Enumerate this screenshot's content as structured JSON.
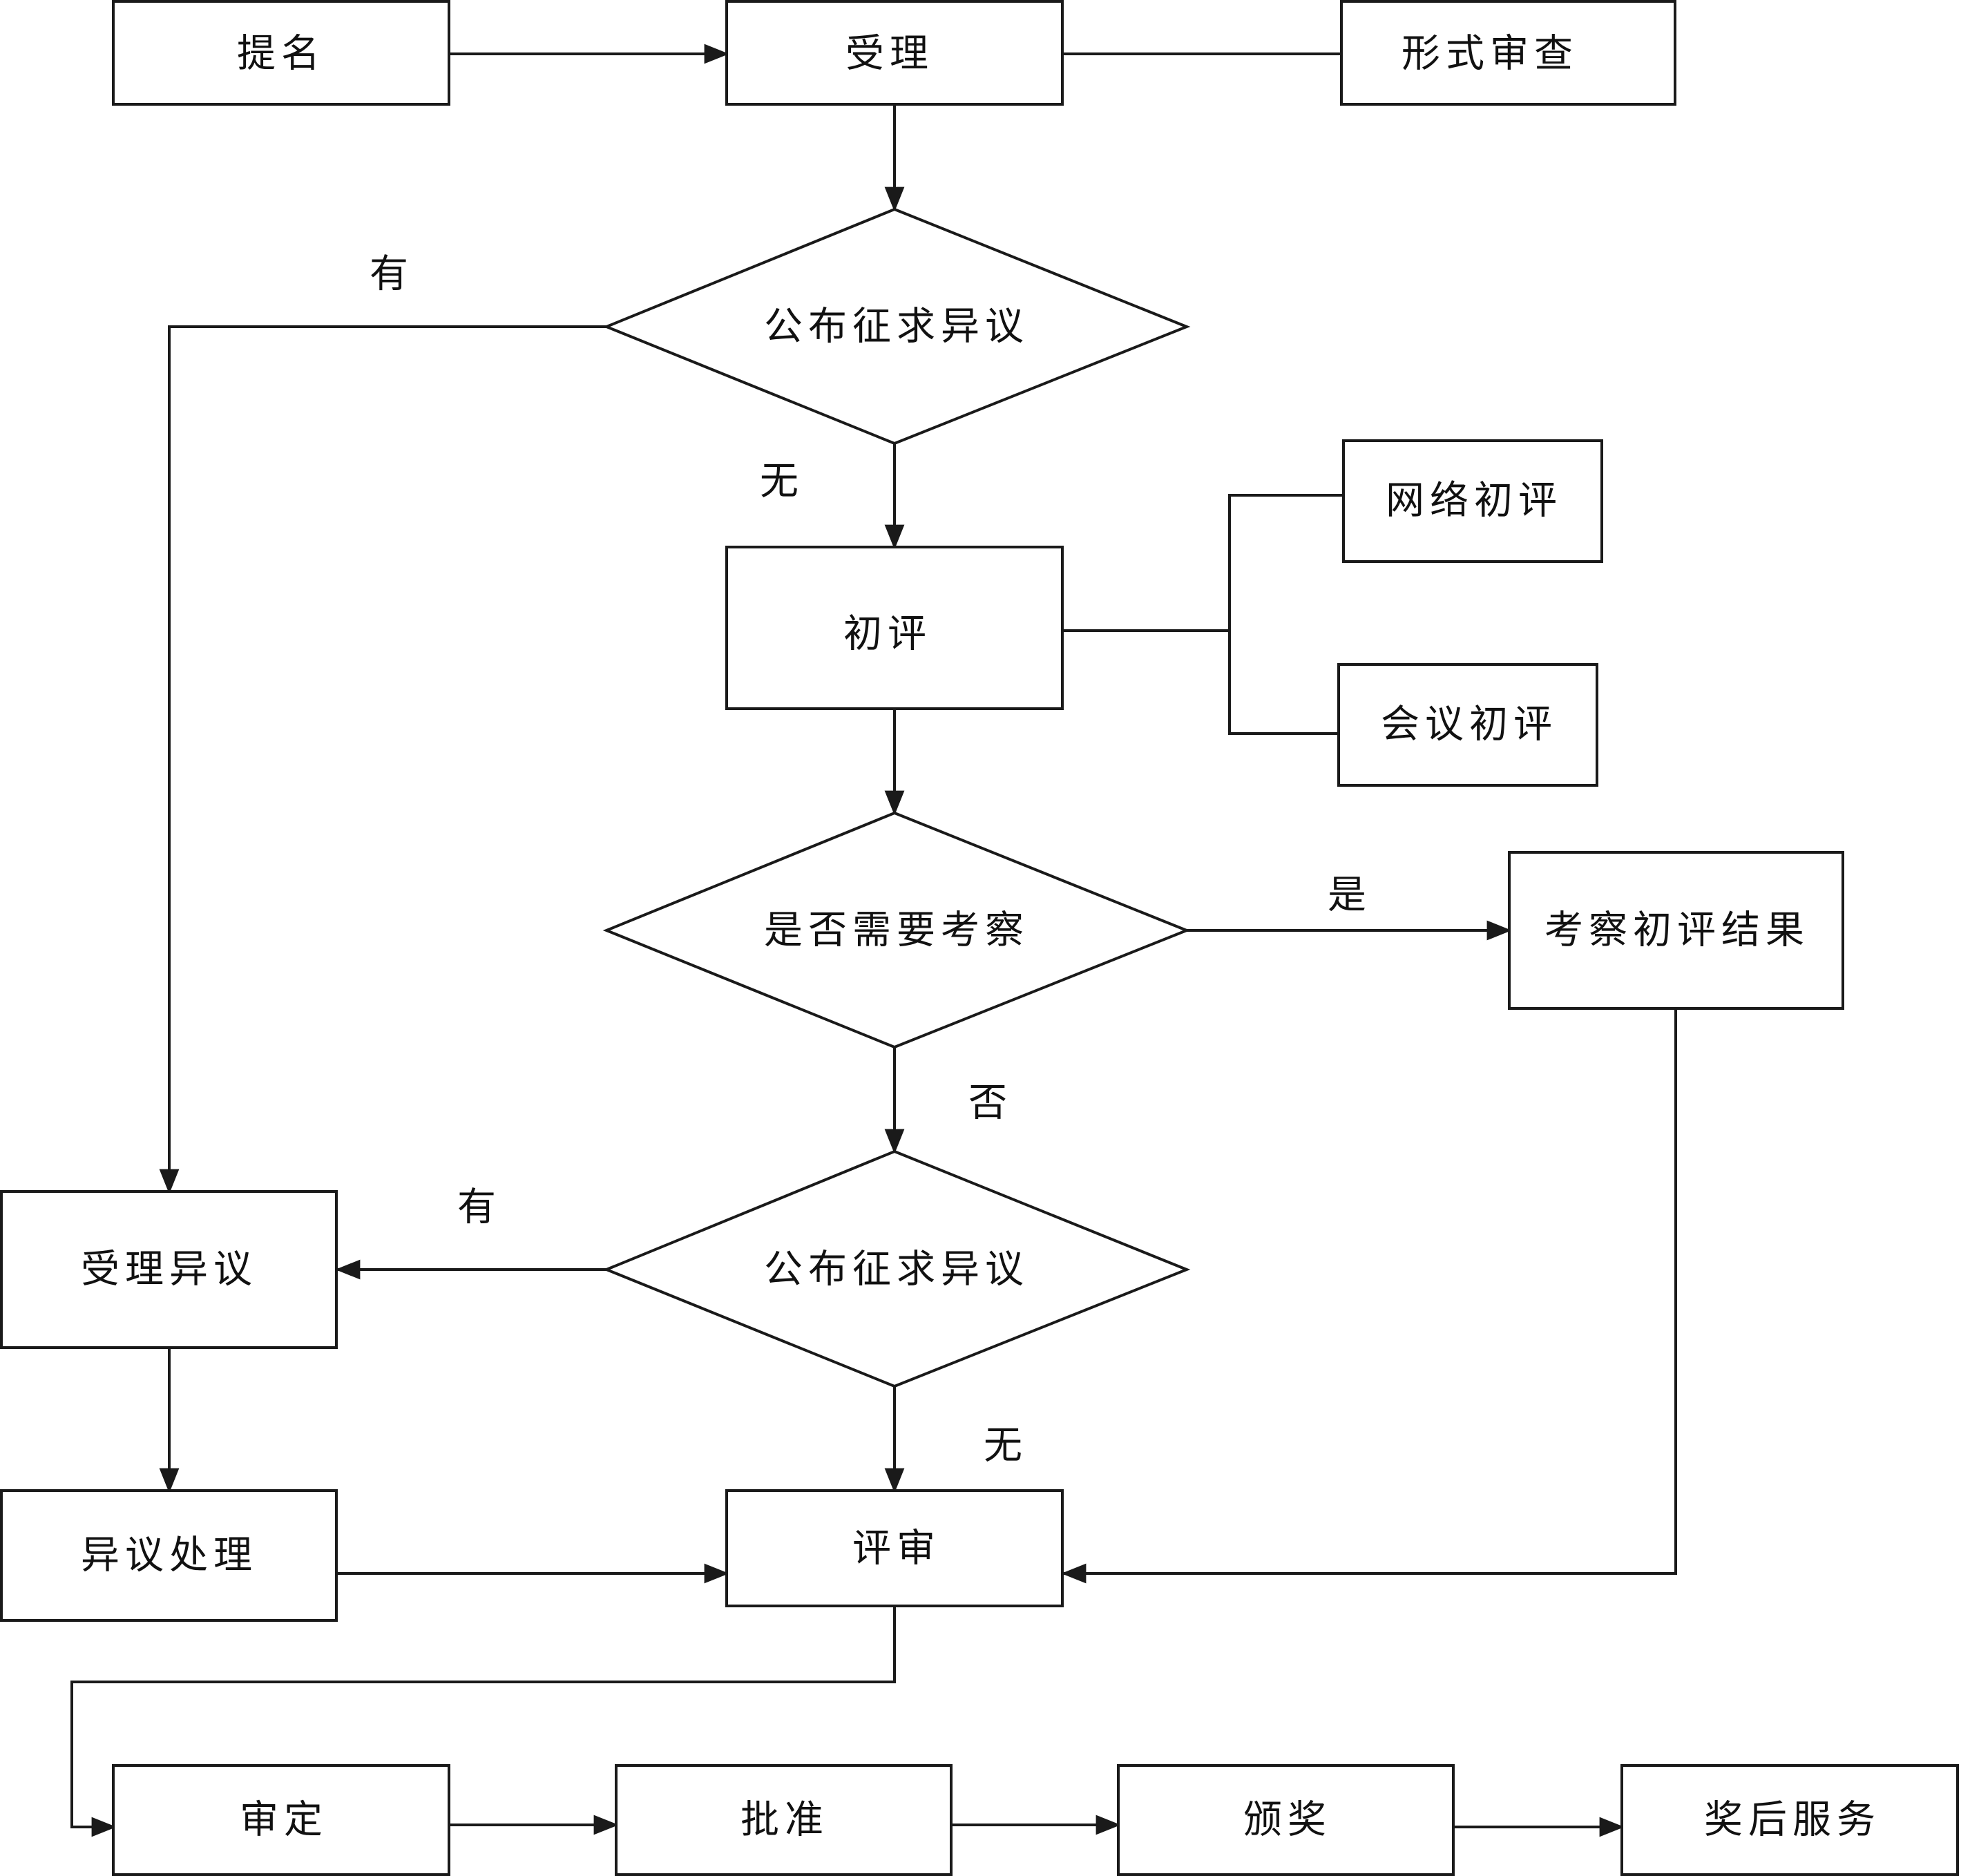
{
  "nodes": {
    "nomination": "提名",
    "acceptance": "受理",
    "formal_review": "形式审查",
    "publicize_1": "公布征求异议",
    "initial_review": "初评",
    "online_review": "网络初评",
    "meeting_review": "会议初评",
    "need_inspection": "是否需要考察",
    "inspect_results": "考察初评结果",
    "publicize_2": "公布征求异议",
    "accept_objection": "受理异议",
    "handle_objection": "异议处理",
    "evaluation": "评审",
    "approval_review": "审定",
    "approve": "批准",
    "award": "颁奖",
    "post_award_service": "奖后服务"
  },
  "edge_labels": {
    "publicize_1_yes": "有",
    "publicize_1_no": "无",
    "inspection_yes": "是",
    "inspection_no": "否",
    "publicize_2_yes": "有",
    "publicize_2_no": "无"
  },
  "colors": {
    "stroke": "#1a1a1a",
    "text": "#111111",
    "background": "#ffffff"
  }
}
